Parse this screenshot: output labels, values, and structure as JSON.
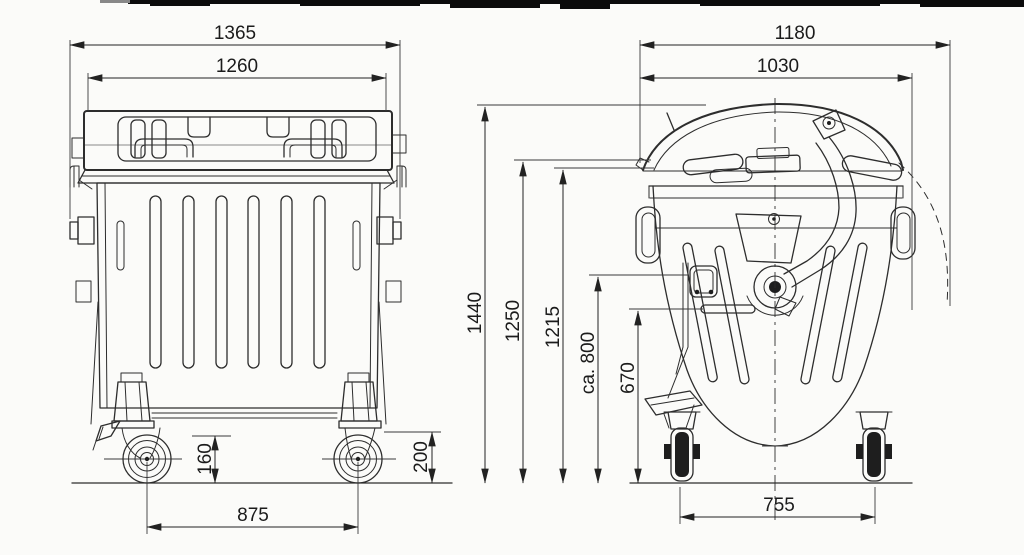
{
  "colors": {
    "paper": "#fbfbf9",
    "ink": "#2d2d2d",
    "label_text": "#1b1b1b",
    "scan_bar": "#0b0b0b"
  },
  "front_view": {
    "label_overall_width": "1365",
    "label_lid_width": "1260",
    "label_frame_height": "160",
    "label_wheel_diameter": "200",
    "label_wheel_track": "875"
  },
  "side_view": {
    "label_overall_depth": "1180",
    "label_body_depth": "1030",
    "label_total_height": "1440",
    "label_lid_front_height": "1250",
    "label_rim_height": "1215",
    "label_handle_height": "ca. 800",
    "label_pedal_height": "670",
    "label_wheelbase": "755"
  }
}
